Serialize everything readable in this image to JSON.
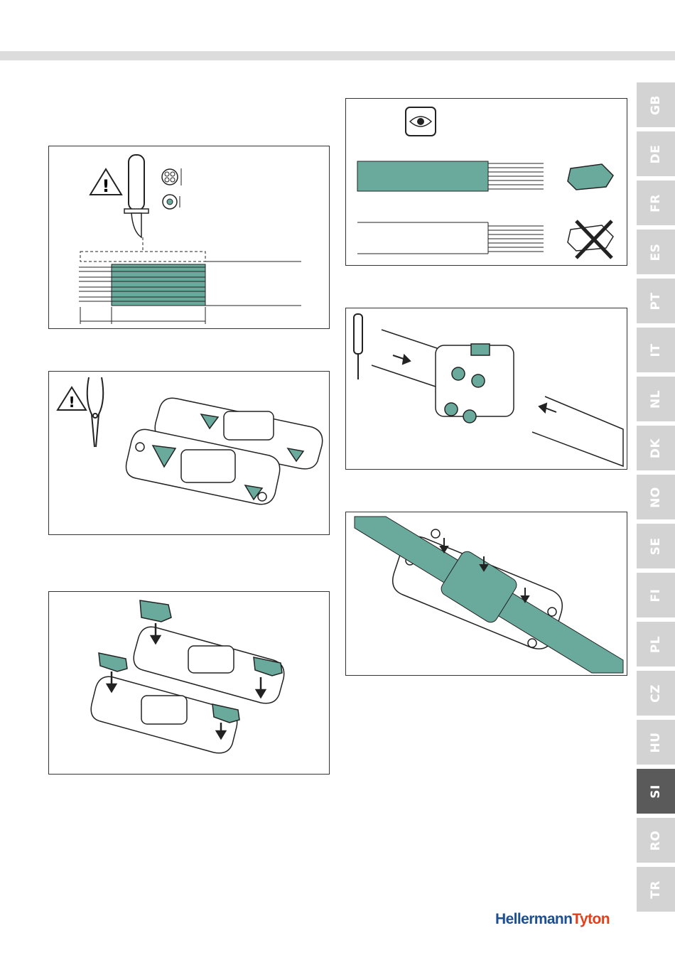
{
  "language_tabs": [
    {
      "code": "GB",
      "active": false
    },
    {
      "code": "DE",
      "active": false
    },
    {
      "code": "FR",
      "active": false
    },
    {
      "code": "ES",
      "active": false
    },
    {
      "code": "PT",
      "active": false
    },
    {
      "code": "IT",
      "active": false
    },
    {
      "code": "NL",
      "active": false
    },
    {
      "code": "DK",
      "active": false
    },
    {
      "code": "NO",
      "active": false
    },
    {
      "code": "SE",
      "active": false
    },
    {
      "code": "FI",
      "active": false
    },
    {
      "code": "PL",
      "active": false
    },
    {
      "code": "CZ",
      "active": false
    },
    {
      "code": "HU",
      "active": false
    },
    {
      "code": "SI",
      "active": true
    },
    {
      "code": "RO",
      "active": false
    },
    {
      "code": "TR",
      "active": false
    }
  ],
  "logo": {
    "part1": "Hellermann",
    "part2": "Tyton",
    "color1": "#1d4f91",
    "color2": "#e2401c"
  },
  "colors": {
    "accent_teal": "#6aaa9d",
    "tab_inactive": "#d3d3d3",
    "tab_active": "#5a5a5a",
    "topbar": "#dcdcdc"
  },
  "icons": [
    "warning-icon",
    "knife-icon",
    "pliers-icon",
    "eye-icon",
    "screwdriver-icon",
    "cross-mark-icon"
  ]
}
